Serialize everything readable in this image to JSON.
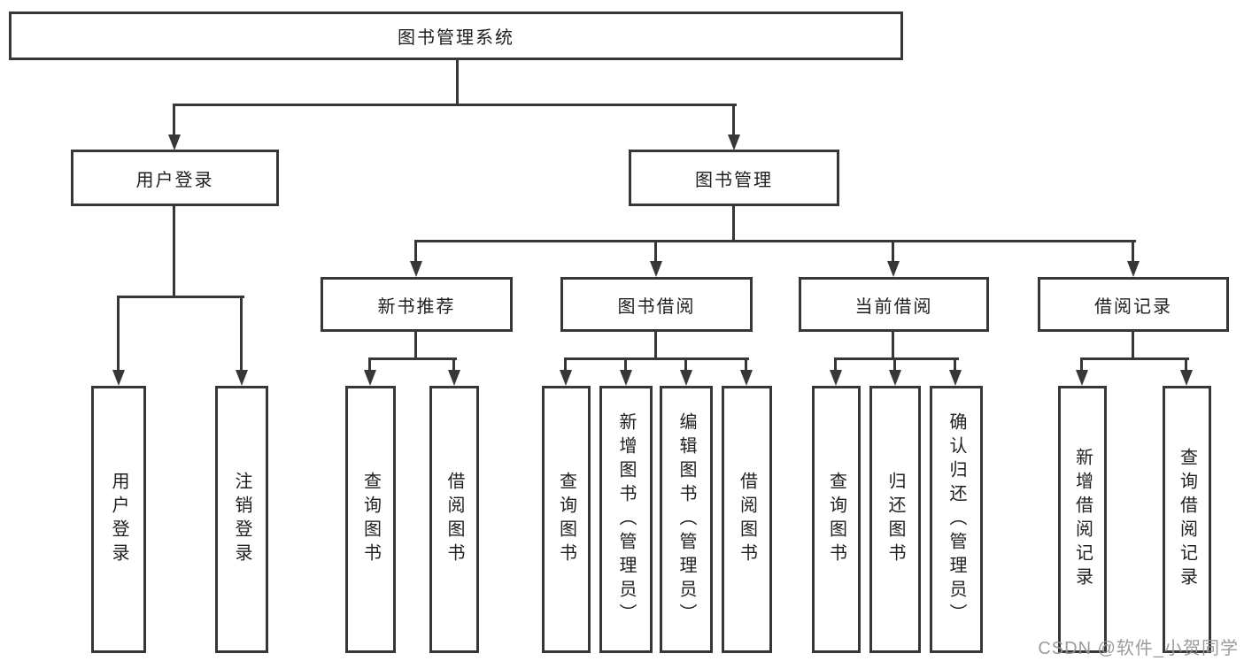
{
  "tree": {
    "label": "图书管理系统",
    "children": [
      {
        "label": "用户登录",
        "children": [
          {
            "label": "用户登录"
          },
          {
            "label": "注销登录"
          }
        ]
      },
      {
        "label": "图书管理",
        "children": [
          {
            "label": "新书推荐",
            "children": [
              {
                "label": "查询图书"
              },
              {
                "label": "借阅图书"
              }
            ]
          },
          {
            "label": "图书借阅",
            "children": [
              {
                "label": "查询图书"
              },
              {
                "label": "新增图书（管理员）"
              },
              {
                "label": "编辑图书（管理员）"
              },
              {
                "label": "借阅图书"
              }
            ]
          },
          {
            "label": "当前借阅",
            "children": [
              {
                "label": "查询图书"
              },
              {
                "label": "归还图书"
              },
              {
                "label": "确认归还（管理员）"
              }
            ]
          },
          {
            "label": "借阅记录",
            "children": [
              {
                "label": "新增借阅记录"
              },
              {
                "label": "查询借阅记录"
              }
            ]
          }
        ]
      }
    ]
  },
  "watermark": {
    "text": "CSDN @软件_小贺同学"
  },
  "colors": {
    "line": "#373737",
    "text": "#1f1f1f",
    "background": "#ffffff",
    "watermark": "#96969b"
  }
}
